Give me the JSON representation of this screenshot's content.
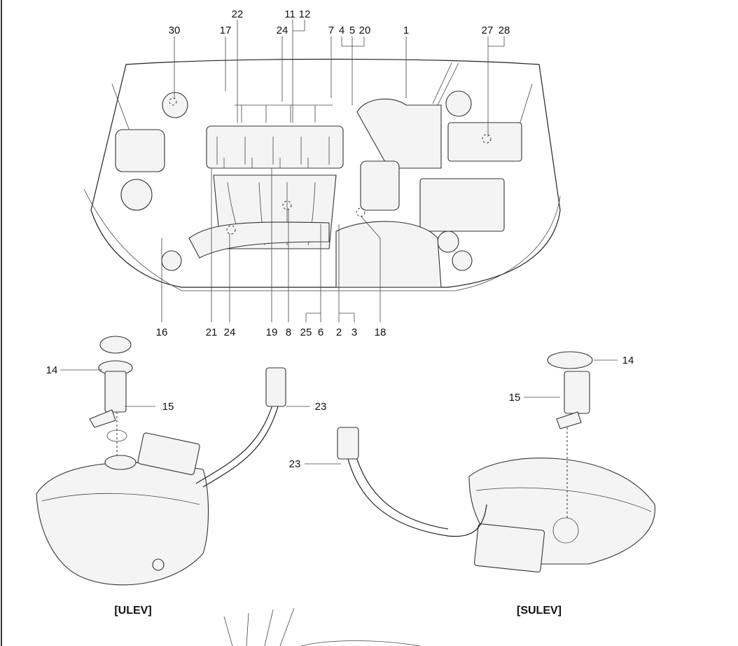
{
  "engine_callouts_top": [
    "30",
    "17",
    "22",
    "24",
    "11",
    "12",
    "7",
    "4",
    "5",
    "20",
    "1",
    "27",
    "28"
  ],
  "engine_callouts_bottom": [
    "16",
    "21",
    "24",
    "19",
    "8",
    "25",
    "6",
    "2",
    "3",
    "18"
  ],
  "ulev": {
    "caption": "[ULEV]",
    "labels": [
      "14",
      "15",
      "23"
    ]
  },
  "sulev": {
    "caption": "[SULEV]",
    "labels": [
      "14",
      "15",
      "23"
    ]
  }
}
